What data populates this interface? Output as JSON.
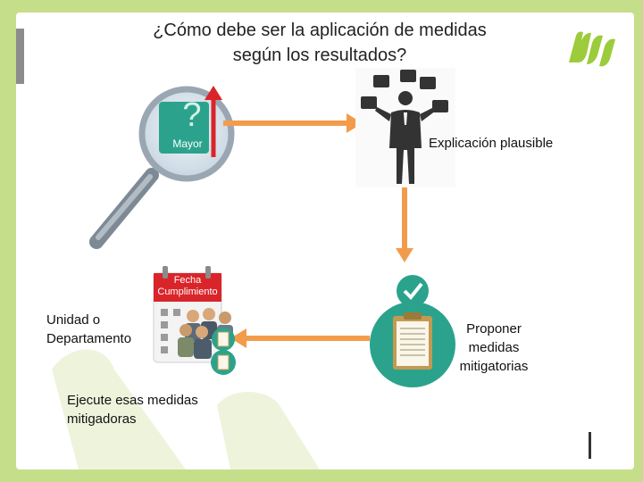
{
  "slide": {
    "title_line1": "¿Cómo debe ser la aplicación de medidas",
    "title_line2": "según los resultados?"
  },
  "magnifier": {
    "question_mark": "?",
    "label": "Mayor"
  },
  "nodes": {
    "explicacion": "Explicación plausible",
    "proponer": [
      "Proponer",
      "medidas",
      "mitigatorias"
    ],
    "unidad": [
      "Unidad o",
      "Departamento"
    ],
    "ejecute": [
      "Ejecute esas medidas",
      "mitigadoras"
    ]
  },
  "calendar": {
    "header_line1": "Fecha",
    "header_line2": "Cumplimiento"
  },
  "colors": {
    "accent_green": "#9ccb3b",
    "arrow_orange": "#f29c4b",
    "background_green": "#c5de8a",
    "teal": "#2ba38c",
    "red": "#d9252a"
  }
}
